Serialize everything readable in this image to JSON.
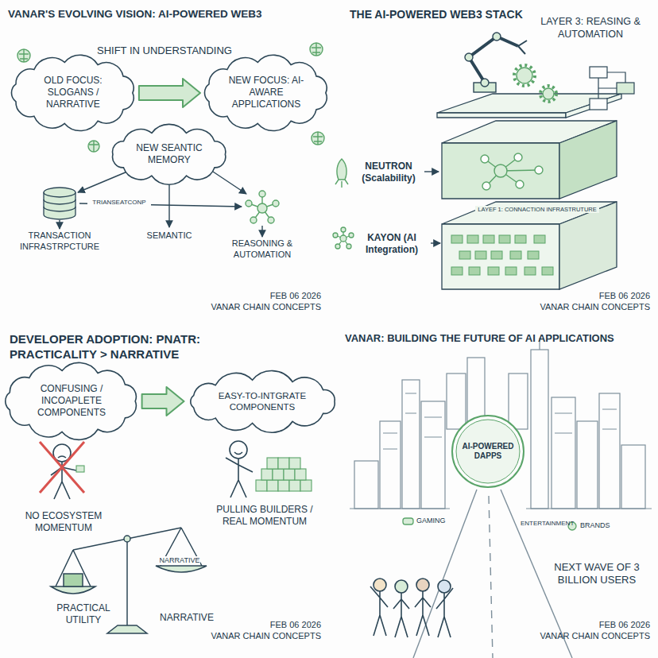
{
  "diagram": {
    "nodes": [
      {
        "text": [
          "OLD FOCUS: SLOGANS / NARRATIVE"
        ]
      },
      {
        "text": [
          "NEW FOCUS: AI-AWARE APPLICATIONS"
        ]
      },
      {
        "text": [
          "NEW SEANTIC MEMORY"
        ]
      },
      {
        "text": [
          "CONFUSING / INCOAPLETE COMPONENTS"
        ]
      },
      {
        "text": [
          "EASY-TO-INTGRATE COMPONENTS"
        ]
      },
      {
        "text": [
          "AI-POWERED DAPPS"
        ]
      }
    ],
    "edges": [
      {
        "from": 0,
        "to": 1,
        "arrow": "to"
      },
      {
        "from": 3,
        "to": 4,
        "arrow": "to"
      }
    ],
    "labels": [
      "VANAR'S EVOLVING VISION: AI-POWERED WEB3",
      "SHIFT IN UNDERSTANDING",
      "TRIANSEATCONP",
      "TRANSACTION INFRASTRPCTURE",
      "SEMANTIC",
      "REASONING & AUTOMATION",
      "FEB 06 2026",
      "VANAR CHAIN CONCEPTS",
      "THE AI-POWERED WEB3 STACK",
      "LAYER 3: REASING & AUTOMATION",
      "NEUTRON (Scalability)",
      "LAYEF 1: CONNACTION INFRASTRUTURE",
      "KAYON (AI Integration)",
      "FEB 06 2026",
      "VANAR CHAIN CONCEPTS",
      "DEVELOPER ADOPTION: PNATR: PRACTICALITY > NARRATIVE",
      "NO ECOSYSTEM MOMENTUM",
      "PULLING BUILDERS / REAL MOMENTUM",
      "NARRATIVE",
      "PRACTICAL UTILITY",
      "NARRATIVE",
      "FEB 06 2026",
      "VANAR CHAIN CONCEPTS",
      "VANAR: BUILDING THE FUTURE OF AI APPLICATIONS",
      "GAMING",
      "ENTERTAINMENT",
      "BRANDS",
      "NEXT WAVE OF 3 BILLION USERS",
      "FEB 06 2026",
      "VANAR CHAIN CONCEPTS"
    ]
  }
}
